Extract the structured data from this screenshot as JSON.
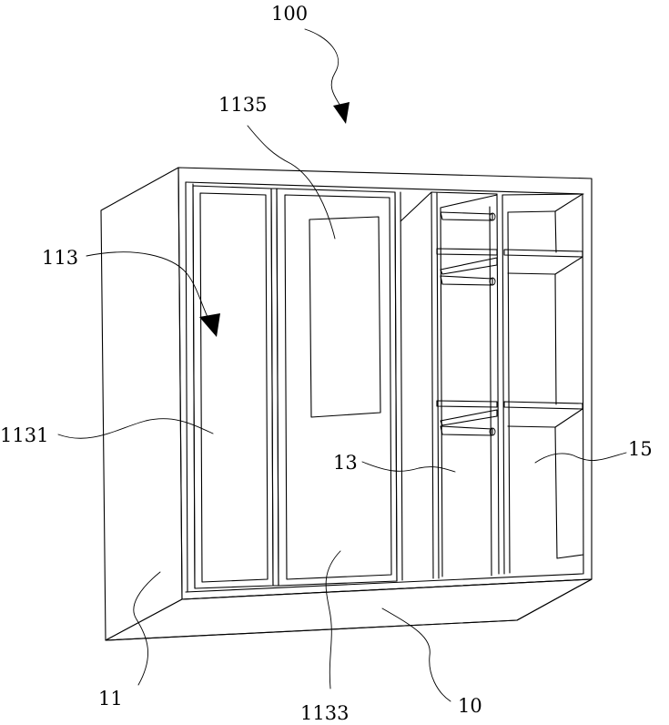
{
  "labels": {
    "l100": "100",
    "l1135": "1135",
    "l113": "113",
    "l1131": "1131",
    "l13": "13",
    "l15": "15",
    "l11": "11",
    "l1133": "1133",
    "l10": "10"
  }
}
